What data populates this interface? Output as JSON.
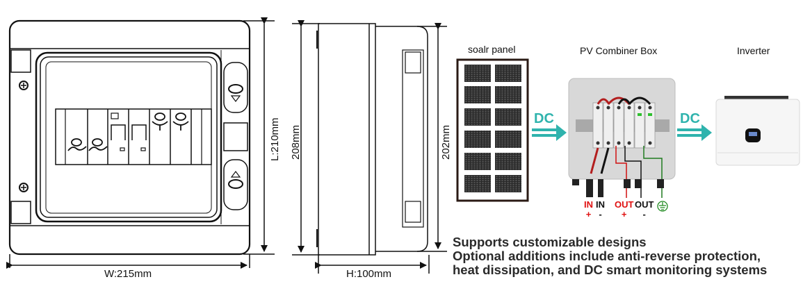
{
  "dimensions": {
    "width": "W:215mm",
    "length": "L:210mm",
    "side_height": "208mm",
    "side_depth": "H:100mm",
    "door_height": "202mm"
  },
  "diagram": {
    "panel_label": "soalr panel",
    "combiner_label": "PV Combiner Box",
    "inverter_label": "Inverter",
    "arrow1_label": "DC",
    "arrow2_label": "DC",
    "terminals": [
      {
        "name": "IN",
        "sign": "+",
        "color": "#e01010"
      },
      {
        "name": "IN",
        "sign": "-",
        "color": "#111111"
      },
      {
        "name": "OUT",
        "sign": "+",
        "color": "#e01010"
      },
      {
        "name": "OUT",
        "sign": "-",
        "color": "#111111"
      }
    ],
    "ground_icon": "ground-icon",
    "accent_color": "#2fb3ad"
  },
  "features": {
    "line1": "Supports customizable designs",
    "line2": "Optional additions include anti-reverse protection,",
    "line3": "heat dissipation, and DC smart monitoring systems"
  }
}
